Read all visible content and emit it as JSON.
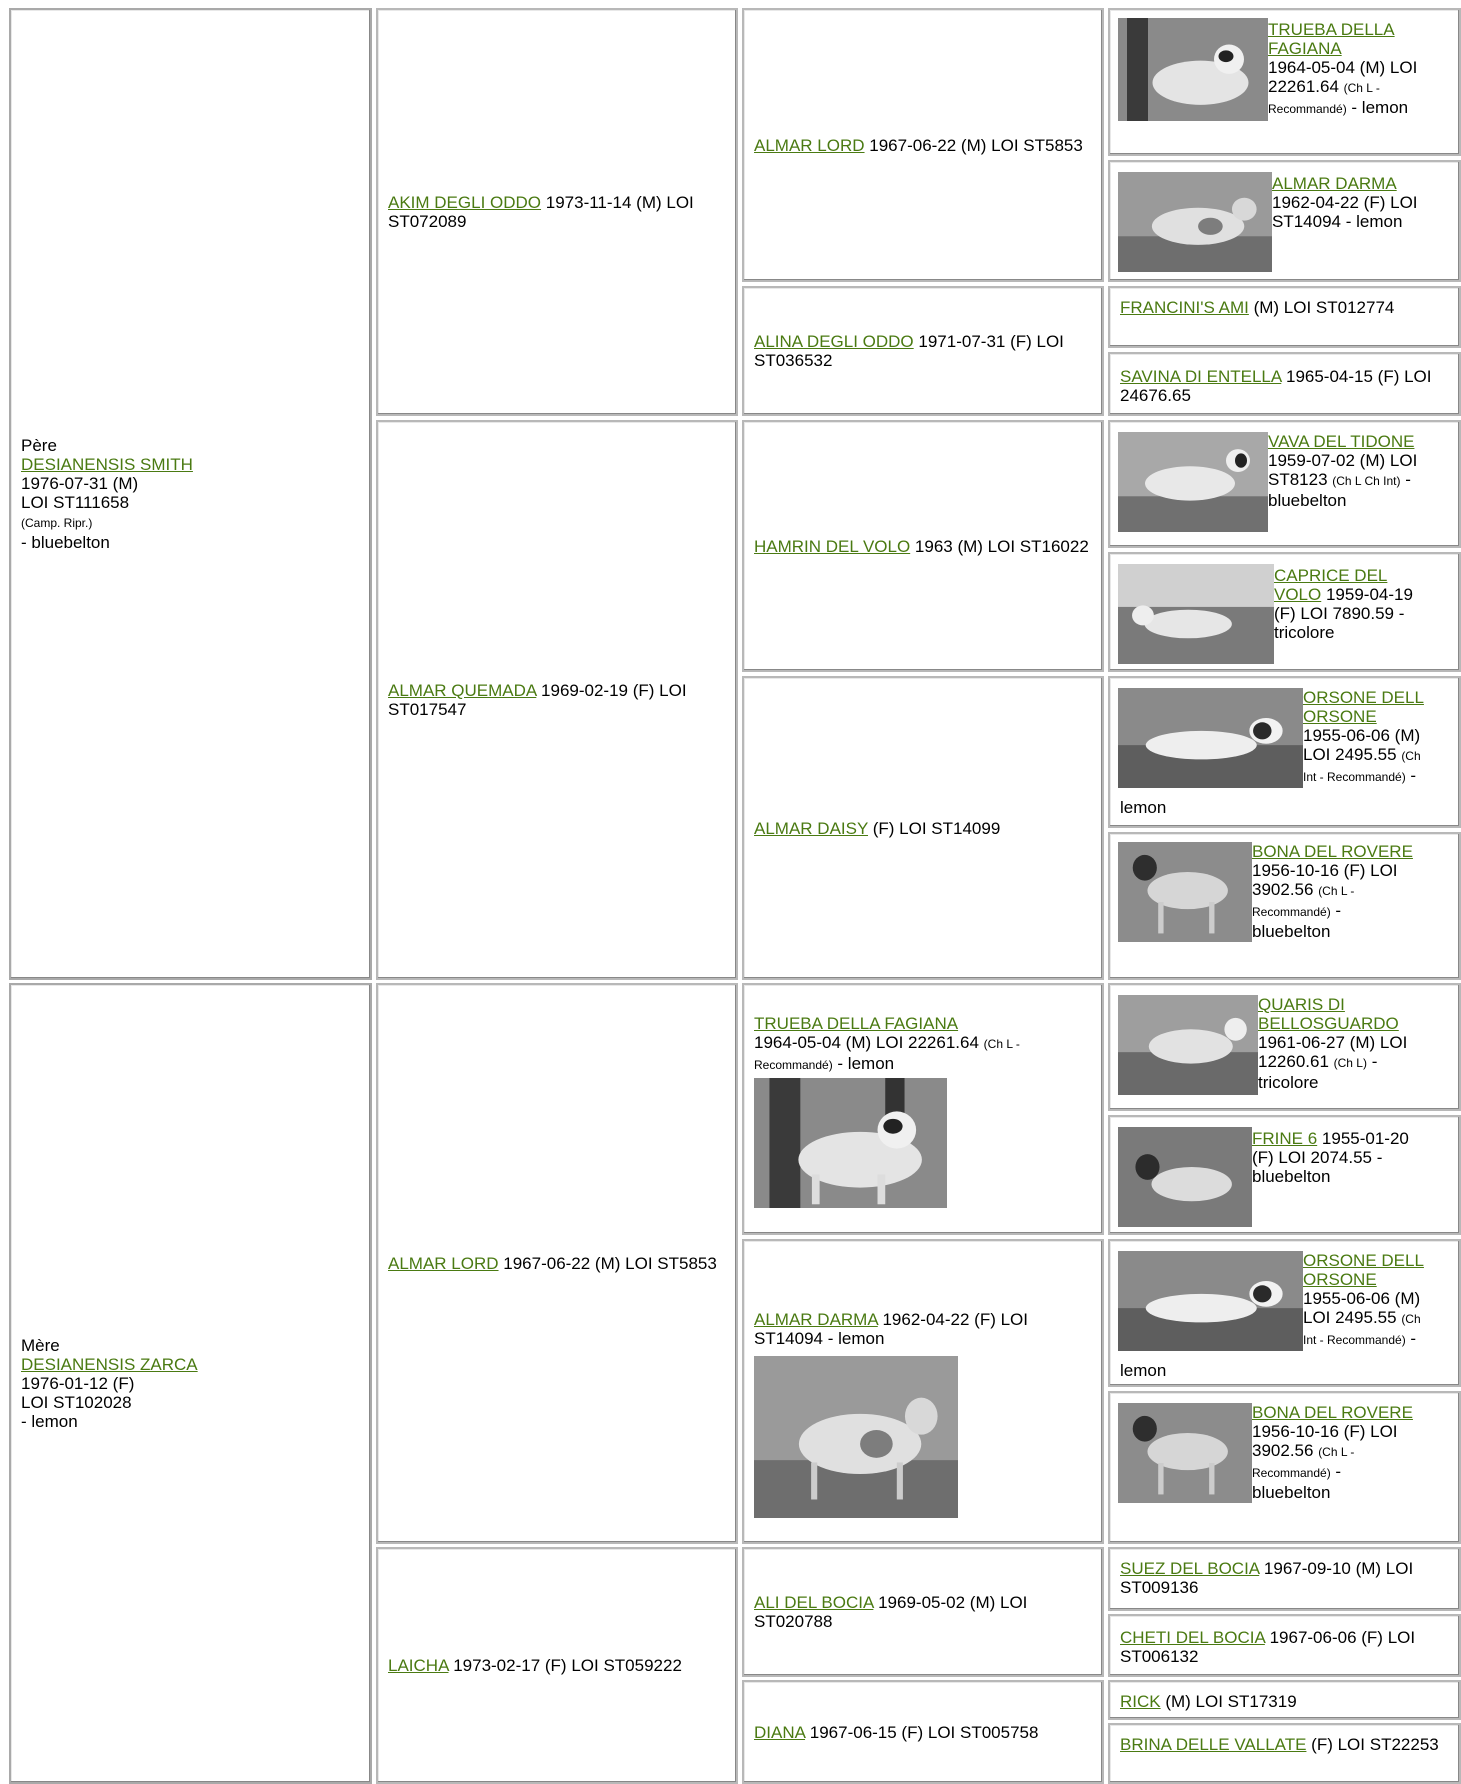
{
  "gen1": {
    "sire": {
      "role": "Père",
      "name": "DESIANENSIS SMITH",
      "line1": "1976-07-31 (M)",
      "line2": "LOI ST111658",
      "title": "(Camp. Ripr.)",
      "color": "- bluebelton"
    },
    "dam": {
      "role": "Mère",
      "name": "DESIANENSIS ZARCA",
      "line1": "1976-01-12 (F)",
      "line2": "LOI ST102028",
      "color": "- lemon"
    }
  },
  "gen2": [
    {
      "name": "AKIM DEGLI ODDO",
      "info": " 1973-11-14 (M) LOI ST072089"
    },
    {
      "name": "ALMAR QUEMADA",
      "info": " 1969-02-19 (F) LOI ST017547"
    },
    {
      "name": "ALMAR LORD",
      "info": " 1967-06-22 (M) LOI ST5853"
    },
    {
      "name": "LAICHA",
      "info": " 1973-02-17 (F) LOI ST059222"
    }
  ],
  "gen3": [
    {
      "name": "ALMAR LORD",
      "info": " 1967-06-22 (M) LOI ST5853"
    },
    {
      "name": "ALINA DEGLI ODDO",
      "info": " 1971-07-31 (F) LOI ST036532"
    },
    {
      "name": "HAMRIN DEL VOLO",
      "info": " 1963 (M) LOI ST16022"
    },
    {
      "name": "ALMAR DAISY",
      "info": " (F) LOI ST14099"
    },
    {
      "name": "TRUEBA DELLA FAGIANA",
      "info": "1964-05-04 (M) LOI 22261.64 ",
      "title": "(Ch L - Recommandé)",
      "color": " - lemon"
    },
    {
      "name": "ALMAR DARMA",
      "info": " 1962-04-22 (F) LOI ST14094 - lemon"
    },
    {
      "name": "ALI DEL BOCIA",
      "info": " 1969-05-02 (M) LOI ST020788"
    },
    {
      "name": "DIANA",
      "info": " 1967-06-15 (F) LOI ST005758"
    }
  ],
  "gen4": {
    "trueba": {
      "n1": "TRUEBA DELLA",
      "n2": "FAGIANA",
      "l1": "1964-05-04 (M) LOI",
      "l2a": "22261.64 ",
      "l2b": "(Ch L -",
      "l3a": "Recommandé)",
      "l3b": " - lemon"
    },
    "darma": {
      "n": "ALMAR DARMA",
      "l1": "1962-04-22 (F) LOI",
      "l2": "ST14094 - lemon"
    },
    "francini": {
      "name": "FRANCINI'S AMI",
      "info": " (M) LOI ST012774"
    },
    "savina": {
      "name": "SAVINA DI ENTELLA",
      "info": " 1965-04-15 (F) LOI 24676.65"
    },
    "vava": {
      "n": "VAVA DEL TIDONE",
      "l1": "1959-07-02 (M) LOI",
      "l2a": "ST8123 ",
      "l2b": "(Ch L Ch Int)",
      "l2c": " -",
      "l3": "bluebelton"
    },
    "caprice": {
      "n1": "CAPRICE DEL",
      "n2": "VOLO",
      "l1b": " 1959-04-19",
      "l2": "(F) LOI 7890.59 -",
      "l3": "tricolore"
    },
    "orsone": {
      "n1": "ORSONE DELL",
      "n2": "ORSONE",
      "l1": "1955-06-06 (M)",
      "l2a": "LOI 2495.55 ",
      "l2b": "(Ch",
      "l3a": "Int - Recommandé)",
      "l3b": " -",
      "l4": "lemon"
    },
    "bona": {
      "n": "BONA DEL ROVERE",
      "l1": "1956-10-16 (F) LOI",
      "l2a": "3902.56 ",
      "l2b": "(Ch L -",
      "l3a": "Recommandé)",
      "l3b": " -",
      "l4": "bluebelton"
    },
    "quaris": {
      "n1": "QUARIS DI",
      "n2": "BELLOSGUARDO",
      "l1": "1961-06-27 (M) LOI",
      "l2a": "12260.61 ",
      "l2b": "(Ch L)",
      "l2c": " -",
      "l3": "tricolore"
    },
    "frine": {
      "n": "FRINE 6",
      "l1b": " 1955-01-20",
      "l2": "(F) LOI 2074.55 -",
      "l3": "bluebelton"
    },
    "suez": {
      "name": "SUEZ DEL BOCIA",
      "info": " 1967-09-10 (M) LOI ST009136"
    },
    "cheti": {
      "name": "CHETI DEL BOCIA",
      "info": " 1967-06-06 (F) LOI ST006132"
    },
    "rick": {
      "name": "RICK",
      "info": " (M) LOI ST17319"
    },
    "brina": {
      "name": "BRINA DELLE VALLATE",
      "info": " (F) LOI ST22253"
    }
  }
}
